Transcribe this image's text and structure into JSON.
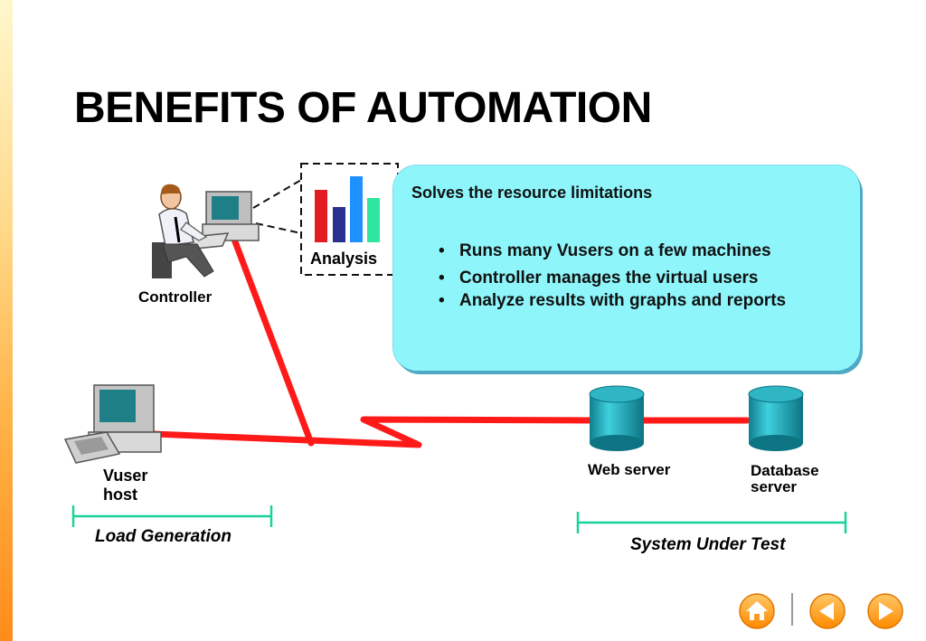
{
  "slide": {
    "title": "BENEFITS OF AUTOMATION"
  },
  "callout": {
    "heading": "Solves the resource limitations",
    "bullets": [
      "Runs many Vusers on a few machines",
      "Controller manages the virtual users",
      "Analyze results with graphs and reports"
    ]
  },
  "nodes": {
    "controller": "Controller",
    "analysis": "Analysis",
    "vuser_host_line1": "Vuser",
    "vuser_host_line2": "host",
    "web_server": "Web server",
    "database_server_line1": "Database",
    "database_server_line2": "server"
  },
  "groups": {
    "load_generation": "Load Generation",
    "system_under_test": "System Under Test"
  },
  "colors": {
    "network_line": "#ff1a1a",
    "server_cylinder": "#1aa3b3",
    "bracket": "#19d39a",
    "callout_fill": "#8ef6fb",
    "nav_button": "#ff9a1a"
  },
  "analysis_bar_colors": [
    "#e31b23",
    "#2b2f8f",
    "#1e90ff",
    "#2ee6a0"
  ],
  "navigation": {
    "home_icon": "home-icon",
    "previous_icon": "triangle-left-icon",
    "next_icon": "triangle-right-icon"
  }
}
